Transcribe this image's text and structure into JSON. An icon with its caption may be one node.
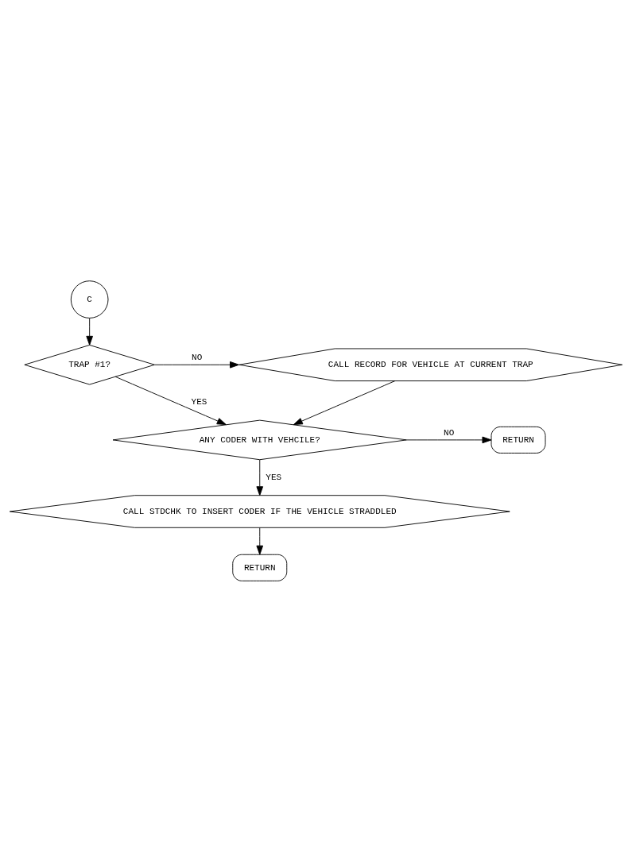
{
  "diagram": {
    "nodes": [
      {
        "text": [
          "C"
        ]
      },
      {
        "text": [
          "TRAP #1?"
        ]
      },
      {
        "text": [
          "CALL RECORD FOR VEHICLE AT CURRENT TRAP"
        ]
      },
      {
        "text": [
          "ANY CODER WITH VEHCILE?"
        ]
      },
      {
        "text": [
          "RETURN"
        ]
      },
      {
        "text": [
          "CALL STDCHK TO INSERT CODER IF THE VEHICLE STRADDLED"
        ]
      },
      {
        "text": [
          "RETURN"
        ]
      }
    ],
    "edges": [
      {
        "from": 0,
        "to": 1,
        "arrow": "to"
      },
      {
        "from": 1,
        "to": 2,
        "arrow": "to",
        "label": "NO"
      },
      {
        "from": 1,
        "to": 3,
        "arrow": "to",
        "label": "YES"
      },
      {
        "from": 2,
        "to": 3,
        "arrow": "to"
      },
      {
        "from": 3,
        "to": 4,
        "arrow": "to",
        "label": "NO"
      },
      {
        "from": 3,
        "to": 5,
        "arrow": "to",
        "label": "YES"
      },
      {
        "from": 5,
        "to": 6,
        "arrow": "to"
      }
    ]
  }
}
